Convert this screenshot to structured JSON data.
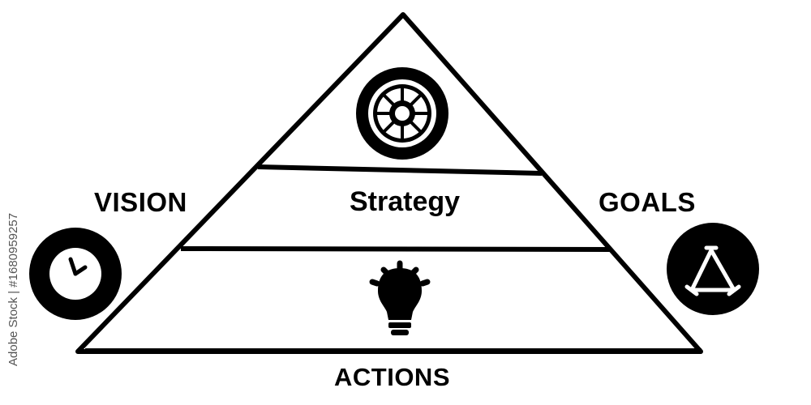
{
  "diagram": {
    "labels": {
      "vision": "VISION",
      "goals": "GOALS",
      "strategy": "Strategy",
      "actions": "ACTIONS"
    },
    "icons": {
      "top": "target-dial-icon",
      "left": "clock-icon",
      "right": "triangle-network-icon",
      "bottom_tier": "lightbulb-icon"
    },
    "colors": {
      "stroke": "#000000",
      "background": "#ffffff"
    }
  },
  "watermark": {
    "text": "Adobe Stock | #1680959257"
  }
}
